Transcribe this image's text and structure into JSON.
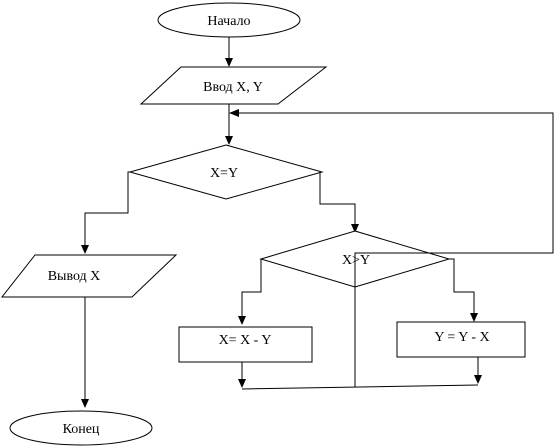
{
  "flowchart": {
    "start_label": "Начало",
    "input_label": "Ввод X, Y",
    "cond_equal_label": "X=Y",
    "output_label": "Вывод X",
    "end_label": "Конец",
    "cond_greater_label": "X>Y",
    "assign_x_label": "X= X - Y",
    "assign_y_label": "Y = Y - X"
  }
}
